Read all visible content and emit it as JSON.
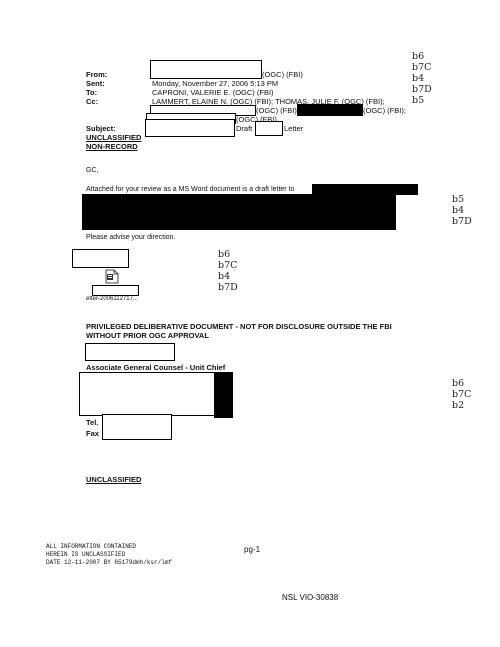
{
  "header": {
    "from_label": "From:",
    "from_value": "(OGC) (FBI)",
    "sent_label": "Sent:",
    "sent_value": "Monday, November 27, 2006 5:13 PM",
    "to_label": "To:",
    "to_value": "CAPRONI, VALERIE E. (OGC) (FBI)",
    "cc_label": "Cc:",
    "cc_line1": "LAMMERT, ELAINE N. (OGC) (FBI); THOMAS, JULIE F. (OGC) (FBI);",
    "cc_line2a": "(OGC) (FBI)",
    "cc_line2b": "(OGC) (FBI);",
    "cc_line3": "(OGC) (FBI)",
    "subject_label": "Subject:",
    "subject_draft": "Draft",
    "subject_letter": "Letter",
    "class1": "UNCLASSIFIED",
    "class2": "NON-RECORD"
  },
  "exemptions": {
    "header": [
      "b6",
      "b7C",
      "b4",
      "b7D",
      "b5"
    ],
    "body": [
      "b5",
      "b4",
      "b7D"
    ],
    "attachment": [
      "b6",
      "b7C",
      "b4",
      "b7D"
    ],
    "signature": [
      "b6",
      "b7C",
      "b2"
    ]
  },
  "body": {
    "greeting": "GC,",
    "line1": "Attached for your review as a MS Word document is a draft letter to",
    "advise": "Please advise your direction.",
    "attachment_name": "etter-2006112717...",
    "privileged_line1": "PRIVILEGED DELIBERATIVE DOCUMENT - NOT FOR DISCLOSURE OUTSIDE THE FBI",
    "privileged_line2": "WITHOUT PRIOR OGC APPROVAL",
    "sig_title": "Associate General Counsel - Unit Chief",
    "tel_label": "Tel.",
    "fax_label": "Fax",
    "class_footer": "UNCLASSIFIED"
  },
  "footer": {
    "stamp_line1": "ALL INFORMATION CONTAINED",
    "stamp_line2": "HEREIN IS UNCLASSIFIED",
    "stamp_line3": "DATE 12-11-2007 BY 65179dmh/ksr/lmf",
    "page": "pg-1",
    "doc_id": "NSL VIO-30838"
  }
}
